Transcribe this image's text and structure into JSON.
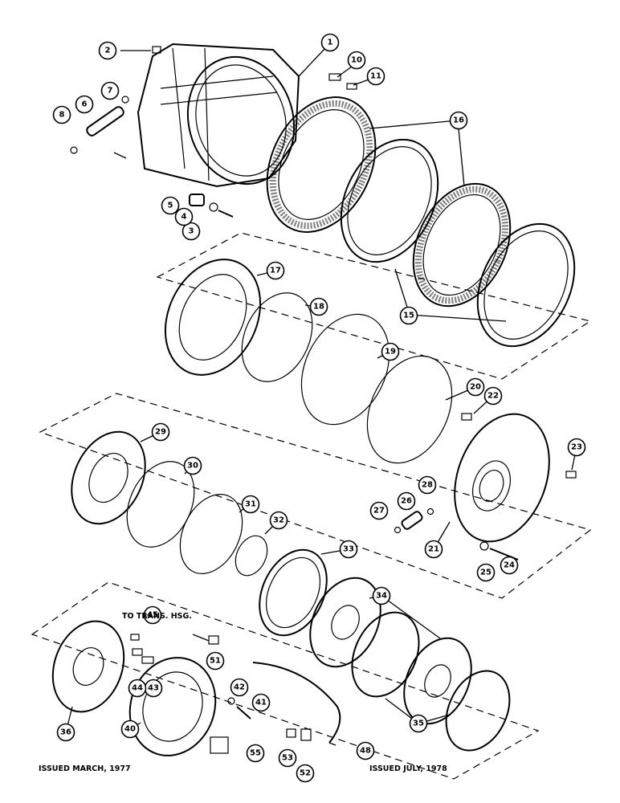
{
  "notes": {
    "to_trans": "TO TRANS. HSG.",
    "issued_left": "ISSUED MARCH, 1977",
    "issued_right": "ISSUED JULY, 1978"
  },
  "callouts": [
    "1",
    "2",
    "3",
    "4",
    "5",
    "6",
    "7",
    "8",
    "10",
    "11",
    "15",
    "16",
    "17",
    "18",
    "19",
    "20",
    "21",
    "22",
    "23",
    "24",
    "25",
    "26",
    "27",
    "28",
    "29",
    "30",
    "31",
    "32",
    "33",
    "34",
    "35",
    "36",
    "40",
    "41",
    "42",
    "43",
    "44",
    "45",
    "48",
    "51",
    "52",
    "53",
    "55"
  ]
}
